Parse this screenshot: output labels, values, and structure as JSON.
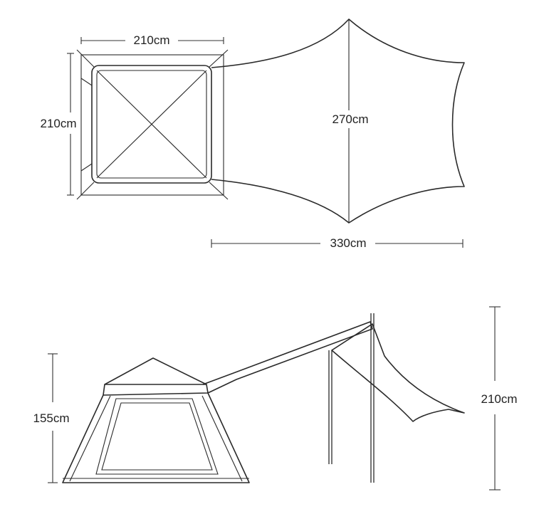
{
  "top_view": {
    "tent_width": "210cm",
    "tent_depth": "210cm",
    "tarp_depth": "270cm",
    "tarp_length": "330cm"
  },
  "side_view": {
    "tent_height": "155cm",
    "pole_height": "210cm"
  }
}
